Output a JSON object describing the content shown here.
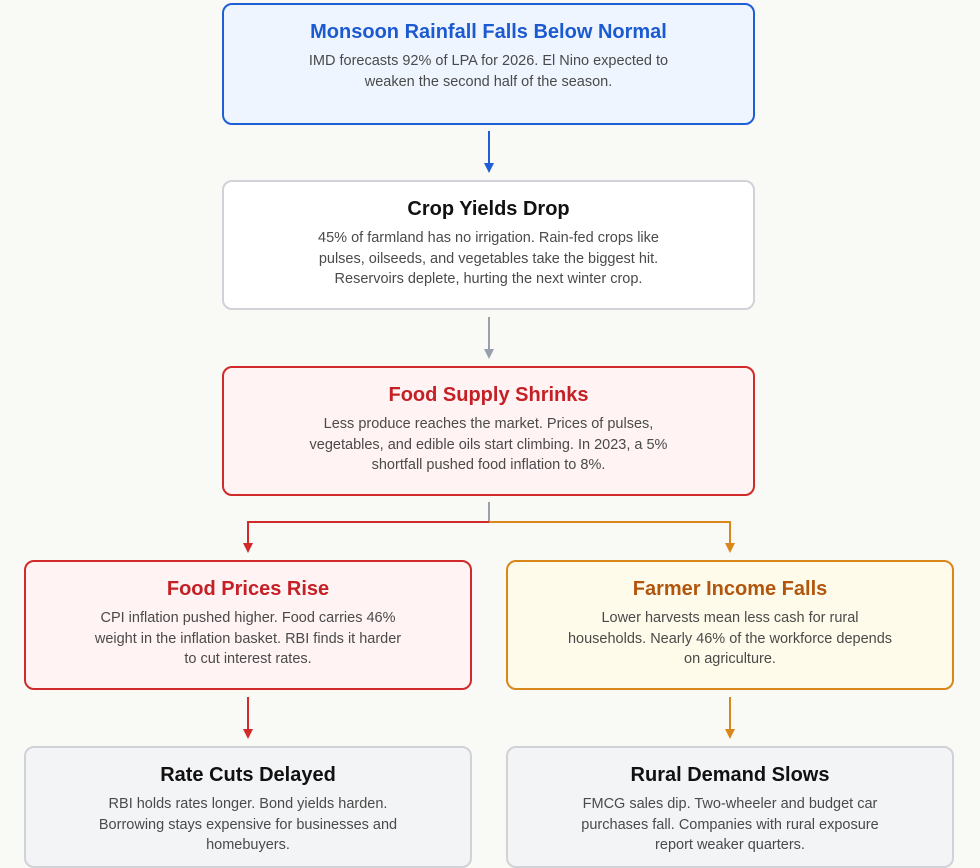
{
  "nodes": {
    "monsoon": {
      "title": "Monsoon Rainfall Falls Below Normal",
      "body": "IMD forecasts 92% of LPA for 2026. El Nino expected to weaken the second half of the season."
    },
    "crop": {
      "title": "Crop Yields Drop",
      "body": "45% of farmland has no irrigation. Rain-fed crops like pulses, oilseeds, and vegetables take the biggest hit. Reservoirs deplete, hurting the next winter crop."
    },
    "supply": {
      "title": "Food Supply Shrinks",
      "body": "Less produce reaches the market. Prices of pulses, vegetables, and edible oils start climbing. In 2023, a 5% shortfall pushed food inflation to 8%."
    },
    "prices": {
      "title": "Food Prices Rise",
      "body": "CPI inflation pushed higher. Food carries 46% weight in the inflation basket. RBI finds it harder to cut interest rates."
    },
    "income": {
      "title": "Farmer Income Falls",
      "body": "Lower harvests mean less cash for rural households. Nearly 46% of the workforce depends on agriculture."
    },
    "rates": {
      "title": "Rate Cuts Delayed",
      "body": "RBI holds rates longer. Bond yields harden. Borrowing stays expensive for businesses and homebuyers."
    },
    "demand": {
      "title": "Rural Demand Slows",
      "body": "FMCG sales dip. Two-wheeler and budget car purchases fall. Companies with rural exposure report weaker quarters."
    }
  },
  "colors": {
    "blue": "#1e5fd6",
    "gray": "#9aa0ab",
    "red": "#d02a2a",
    "orange": "#d9861a"
  }
}
